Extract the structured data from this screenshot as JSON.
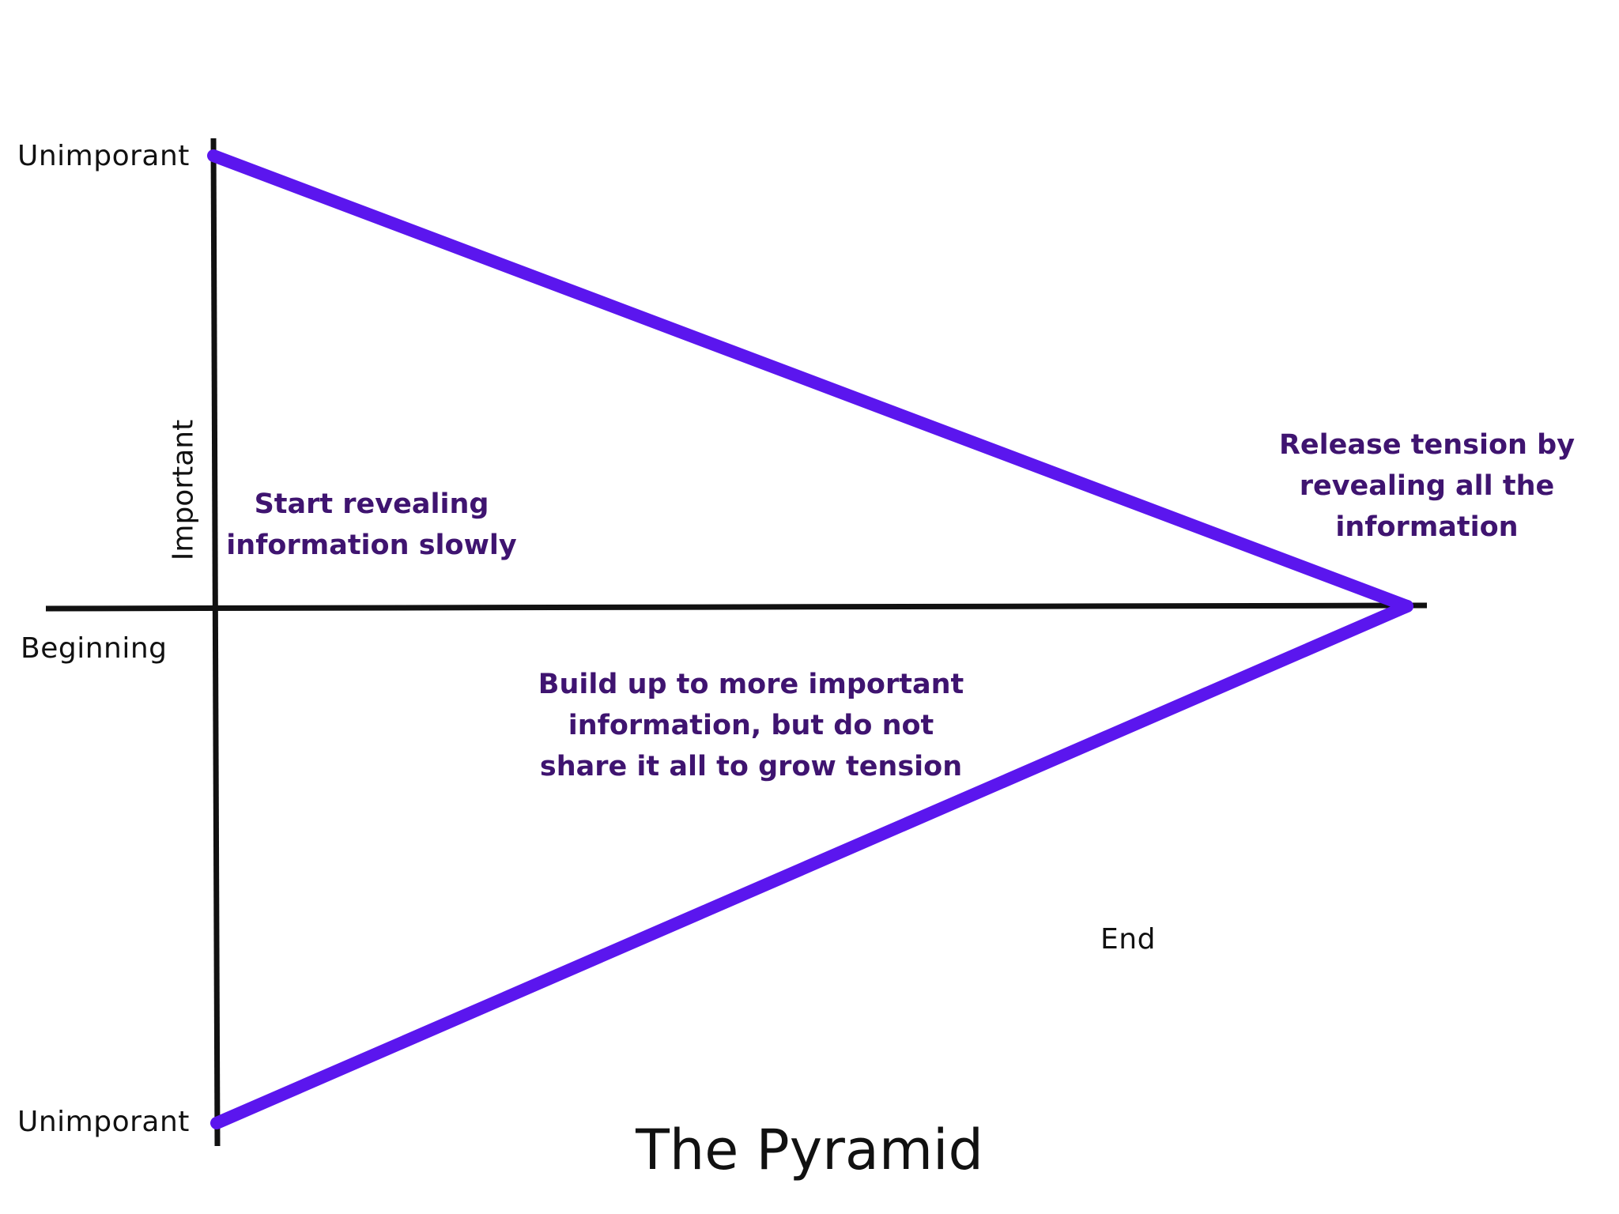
{
  "title": "The Pyramid",
  "axes": {
    "top_label": "Unimporant",
    "bottom_label": "Unimporant",
    "vertical_label": "Important",
    "left_label": "Beginning",
    "end_label": "End"
  },
  "notes": {
    "start": [
      "Start revealing",
      "information slowly"
    ],
    "build": [
      "Build up to more important",
      "information, but do not",
      "share it all to grow tension"
    ],
    "release": [
      "Release tension by",
      "revealing all the",
      "information"
    ]
  },
  "colors": {
    "pyramid": "#5b16ee",
    "note_text": "#3f1470",
    "axis": "#111111"
  }
}
